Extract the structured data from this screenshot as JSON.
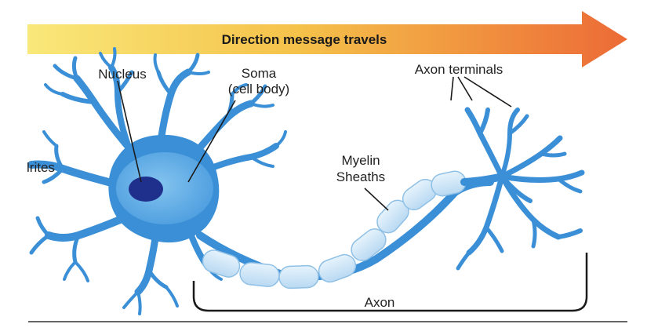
{
  "arrow": {
    "label": "Direction message travels",
    "gradient_start": "#f9e87a",
    "gradient_mid": "#f5b93d",
    "gradient_end": "#ec6a36"
  },
  "labels": {
    "nucleus": "Nucleus",
    "soma_line1": "Soma",
    "soma_line2": "(cell body)",
    "dendrites": "lrites",
    "myelin_line1": "Myelin",
    "myelin_line2": "Sheaths",
    "axon_terminals": "Axon terminals",
    "axon": "Axon"
  },
  "colors": {
    "neuron": "#3b8fd6",
    "neuron_dark": "#2a79c4",
    "soma_light": "#6bb4ea",
    "nucleus": "#1f2f8c",
    "myelin": "#cfe6f7",
    "myelin_edge": "#8fc0e6"
  }
}
